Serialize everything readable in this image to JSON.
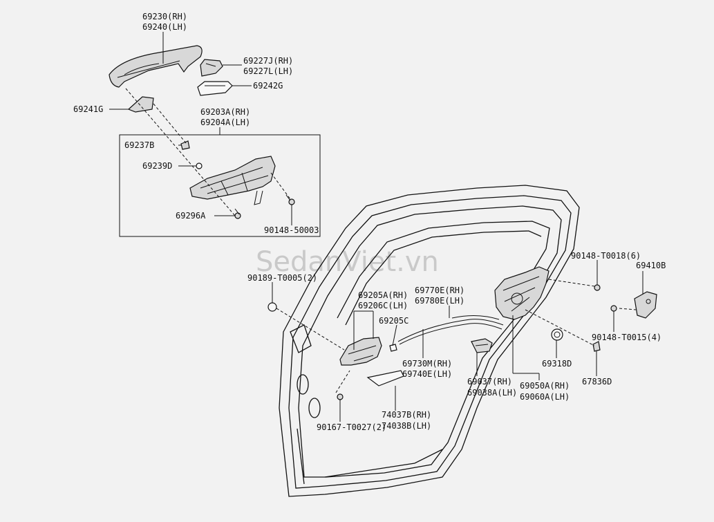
{
  "watermark": "SedanViet.vn",
  "labels": {
    "p69230": "69230(RH)",
    "p69240": "69240(LH)",
    "p69227J": "69227J(RH)",
    "p69227L": "69227L(LH)",
    "p69242G": "69242G",
    "p69241G": "69241G",
    "p69203A": "69203A(RH)",
    "p69204A": "69204A(LH)",
    "p69237B": "69237B",
    "p69239D": "69239D",
    "p69296A": "69296A",
    "p90148_50003": "90148-50003",
    "p90148_T0018": "90148-T0018(6)",
    "p69410B": "69410B",
    "p90189_T0005": "90189-T0005(2)",
    "p69205A": "69205A(RH)",
    "p69206C": "69206C(LH)",
    "p69770E": "69770E(RH)",
    "p69780E": "69780E(LH)",
    "p69205C": "69205C",
    "p90148_T0015": "90148-T0015(4)",
    "p69730M": "69730M(RH)",
    "p69740E": "69740E(LH)",
    "p69318D": "69318D",
    "p69037": "69037(RH)",
    "p69038A": "69038A(LH)",
    "p69050A": "69050A(RH)",
    "p69060A": "69060A(LH)",
    "p67836D": "67836D",
    "p74037B": "74037B(RH)",
    "p74038B": "74038B(LH)",
    "p90167_T0027": "90167-T0027(2)"
  }
}
